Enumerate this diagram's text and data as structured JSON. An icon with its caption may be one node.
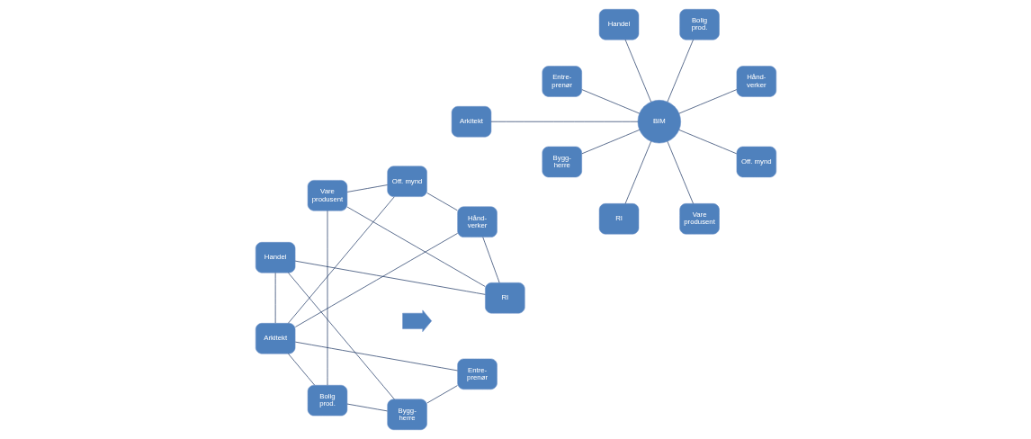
{
  "diagram": {
    "nodes": [
      {
        "text": [
          "Arkitekt"
        ]
      },
      {
        "text": [
          "Bygg- herre"
        ]
      },
      {
        "text": [
          "RI"
        ]
      },
      {
        "text": [
          "Vare produsent"
        ]
      },
      {
        "text": [
          "Off. mynd"
        ]
      },
      {
        "text": [
          "Hånd- verker"
        ]
      },
      {
        "text": [
          "Bolig prod."
        ]
      },
      {
        "text": [
          "Handel"
        ]
      },
      {
        "text": [
          "Entre- prenør"
        ]
      },
      {
        "text": [],
        "shape": "arrow"
      },
      {
        "text": [
          "Arkitekt"
        ]
      },
      {
        "text": [
          "Bygg- herre"
        ]
      },
      {
        "text": [
          "RI"
        ]
      },
      {
        "text": [
          "Vare produsent"
        ]
      },
      {
        "text": [
          "BIM"
        ]
      },
      {
        "text": [
          "Off. mynd"
        ]
      },
      {
        "text": [
          "Hånd- verker"
        ]
      },
      {
        "text": [
          "Bolig prod."
        ]
      },
      {
        "text": [
          "Handel"
        ]
      },
      {
        "text": [
          "Entre- prenør"
        ]
      }
    ],
    "edges": [
      {
        "from": 0,
        "to": 5,
        "arrow": "none"
      },
      {
        "from": 0,
        "to": 7,
        "arrow": "none"
      },
      {
        "from": 0,
        "to": 8,
        "arrow": "none"
      },
      {
        "from": 0,
        "to": 6,
        "arrow": "none"
      },
      {
        "from": 0,
        "to": 4,
        "arrow": "none"
      },
      {
        "from": 1,
        "to": 7,
        "arrow": "none"
      },
      {
        "from": 1,
        "to": 8,
        "arrow": "none"
      },
      {
        "from": 1,
        "to": 6,
        "arrow": "none"
      },
      {
        "from": 2,
        "to": 3,
        "arrow": "none"
      },
      {
        "from": 2,
        "to": 5,
        "arrow": "none"
      },
      {
        "from": 2,
        "to": 7,
        "arrow": "none"
      },
      {
        "from": 3,
        "to": 4,
        "arrow": "none"
      },
      {
        "from": 3,
        "to": 6,
        "arrow": "none"
      },
      {
        "from": 4,
        "to": 5,
        "arrow": "none"
      },
      {
        "from": 14,
        "to": 10,
        "arrow": "none"
      },
      {
        "from": 14,
        "to": 11,
        "arrow": "none"
      },
      {
        "from": 14,
        "to": 12,
        "arrow": "none"
      },
      {
        "from": 14,
        "to": 13,
        "arrow": "none"
      },
      {
        "from": 14,
        "to": 15,
        "arrow": "none"
      },
      {
        "from": 14,
        "to": 16,
        "arrow": "none"
      },
      {
        "from": 14,
        "to": 17,
        "arrow": "none"
      },
      {
        "from": 14,
        "to": 18,
        "arrow": "none"
      },
      {
        "from": 14,
        "to": 19,
        "arrow": "none"
      }
    ]
  }
}
